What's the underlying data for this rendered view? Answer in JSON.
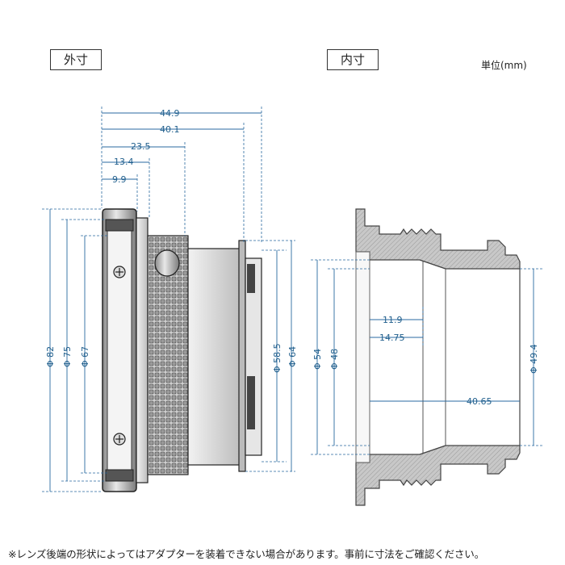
{
  "labels": {
    "outer": "外寸",
    "inner": "内寸",
    "unit": "単位(mm)",
    "footnote": "※レンズ後端の形状によってはアダプターを装着できない場合があります。事前に寸法をご確認ください。"
  },
  "outer_dims": {
    "len_449": "44.9",
    "len_401": "40.1",
    "len_235": "23.5",
    "len_134": "13.4",
    "len_99": "9.9",
    "dia_82": "Φ 82",
    "dia_75": "Φ 75",
    "dia_67": "Φ 67",
    "dia_585": "Φ 58.5",
    "dia_64": "Φ 64"
  },
  "inner_dims": {
    "len_119": "11.9",
    "len_1475": "14.75",
    "len_4065": "40.65",
    "dia_54": "Φ 54",
    "dia_48": "Φ 48",
    "dia_494": "Φ 49.4"
  },
  "colors": {
    "dimension": "#2a6aa0",
    "metal_dark": "#3a3a3a",
    "metal_light": "#d9d9d9",
    "section_fill": "#bdbdbd"
  }
}
